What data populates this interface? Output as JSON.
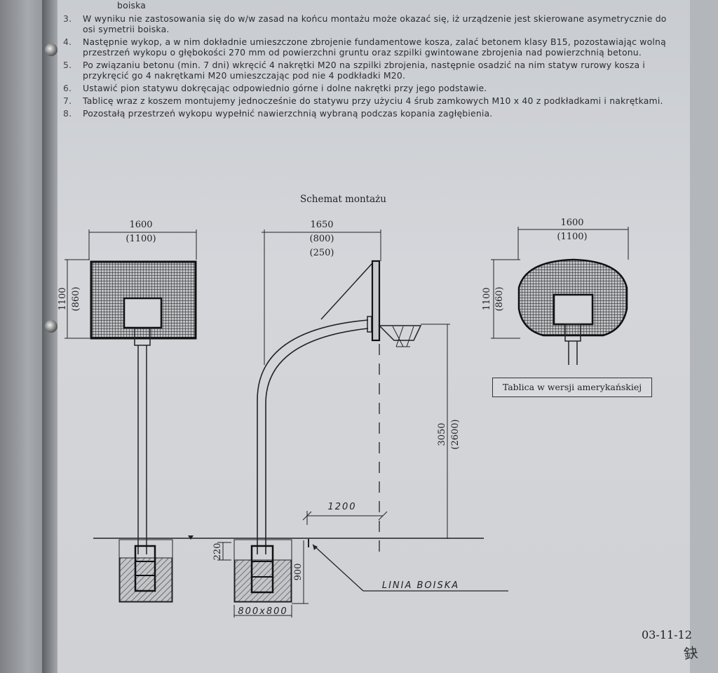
{
  "doc": {
    "top_fragment": "boiska",
    "steps": [
      {
        "num": "3.",
        "text": "W wyniku nie zastosowania się do w/w zasad na końcu montażu może okazać się, iż urządzenie jest skierowane asymetrycznie do osi symetrii boiska."
      },
      {
        "num": "4.",
        "text": "Następnie wykop, a w nim dokładnie umieszczone zbrojenie fundamentowe kosza, zalać betonem klasy B15, pozostawiając wolną przestrzeń wykopu o głębokości 270 mm od powierzchni gruntu oraz szpilki gwintowane zbrojenia nad powierzchnią betonu."
      },
      {
        "num": "5.",
        "text": "Po związaniu betonu (min. 7 dni) wkręcić 4 nakrętki M20 na szpilki zbrojenia, następnie osadzić na nim statyw rurowy kosza i przykręcić go 4 nakrętkami M20 umieszczając pod nie 4 podkładki M20."
      },
      {
        "num": "6.",
        "text": "Ustawić pion statywu dokręcając odpowiednio górne i dolne nakrętki przy jego podstawie."
      },
      {
        "num": "7.",
        "text": "Tablicę wraz z koszem montujemy jednocześnie do statywu przy użyciu 4 śrub zamkowych M10 x 40 z podkładkami i nakrętkami."
      },
      {
        "num": "8.",
        "text": "Pozostałą przestrzeń wykopu wypełnić nawierzchnią wybraną podczas kopania zagłębienia."
      }
    ]
  },
  "diagram": {
    "title": "Schemat montażu",
    "front_width": "1600",
    "front_width_alt": "(1100)",
    "front_height": "1100",
    "front_height_alt": "(860)",
    "side_width": "1650",
    "side_width_alt1": "(800)",
    "side_width_alt2": "(250)",
    "rim_height": "3050",
    "rim_height_alt": "(2600)",
    "offset": "1200",
    "depth_top": "220",
    "depth": "900",
    "foundation": "800x800",
    "court_line": "LINIA   BOISKA",
    "us_width": "1600",
    "us_width_alt": "(1100)",
    "us_height": "1100",
    "us_height_alt": "(860)",
    "us_caption": "Tablica w wersji amerykańskiej"
  },
  "footer": {
    "date": "03-11-12",
    "signature": "鈌"
  }
}
